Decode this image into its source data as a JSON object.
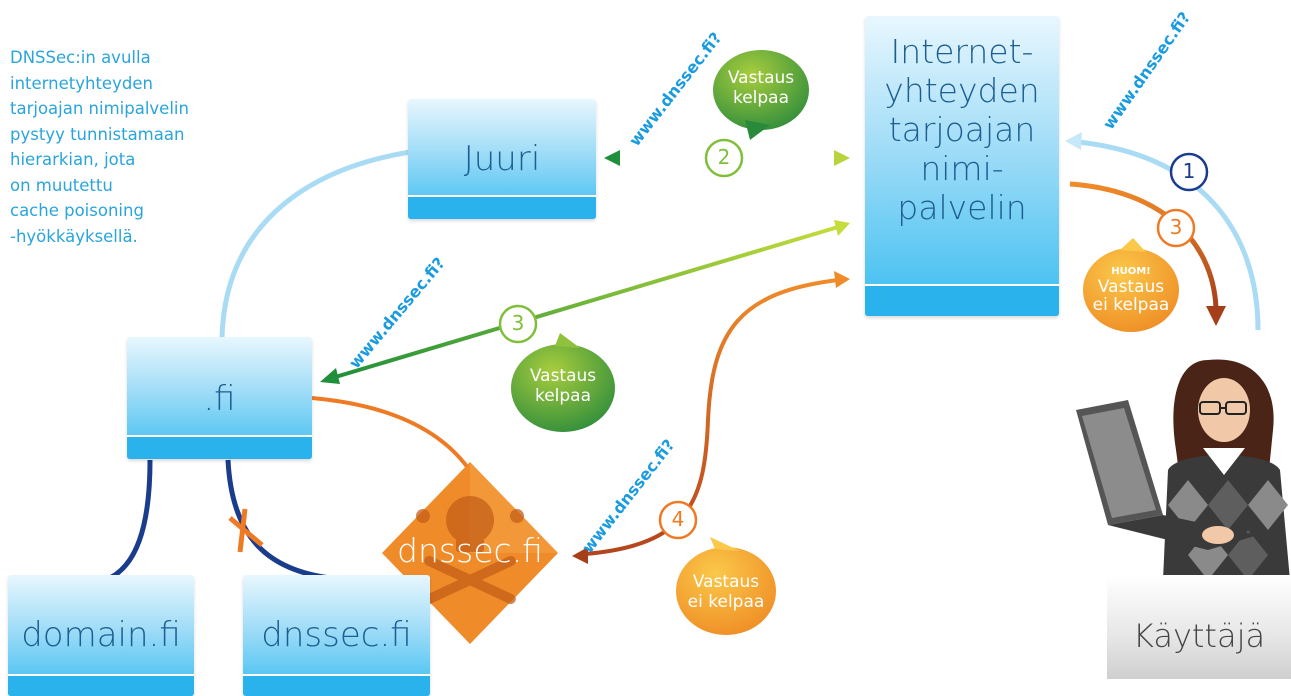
{
  "intro_lines": [
    "DNSSec:in avulla",
    "internetyhteyden",
    "tarjoajan nimipalvelin",
    "pystyy tunnistamaan",
    "hierarkian, jota",
    "on muutettu",
    "cache poisoning",
    "-hyökkäyksellä."
  ],
  "boxes": {
    "juuri": "Juuri",
    "fi": ".fi",
    "domain": "domain.fi",
    "dnssec": "dnssec.fi",
    "isp_lines": [
      "Internet-",
      "yhteyden",
      "tarjoajan",
      "nimi-",
      "palvelin"
    ]
  },
  "poison_label": "dnssec.fi",
  "query_label": "www.dnssec.fi?",
  "steps": {
    "s1": "1",
    "s2": "2",
    "s3a": "3",
    "s3b": "3",
    "s4": "4"
  },
  "bubbles": {
    "top": [
      "Vastaus",
      "kelpaa"
    ],
    "middle": [
      "Vastaus",
      "kelpaa"
    ],
    "bottom": [
      "Vastaus",
      "ei kelpaa"
    ],
    "right_note": "HUOM!",
    "right": [
      "Vastaus",
      "ei kelpaa"
    ]
  },
  "user_label": "Käyttäjä",
  "colors": {
    "blue_text": "#2aa5dc",
    "green": "#1e9a3a",
    "orange": "#ef7d21",
    "light_blue_line": "#a9dcf4",
    "dark_blue_line": "#1a3c8c"
  }
}
